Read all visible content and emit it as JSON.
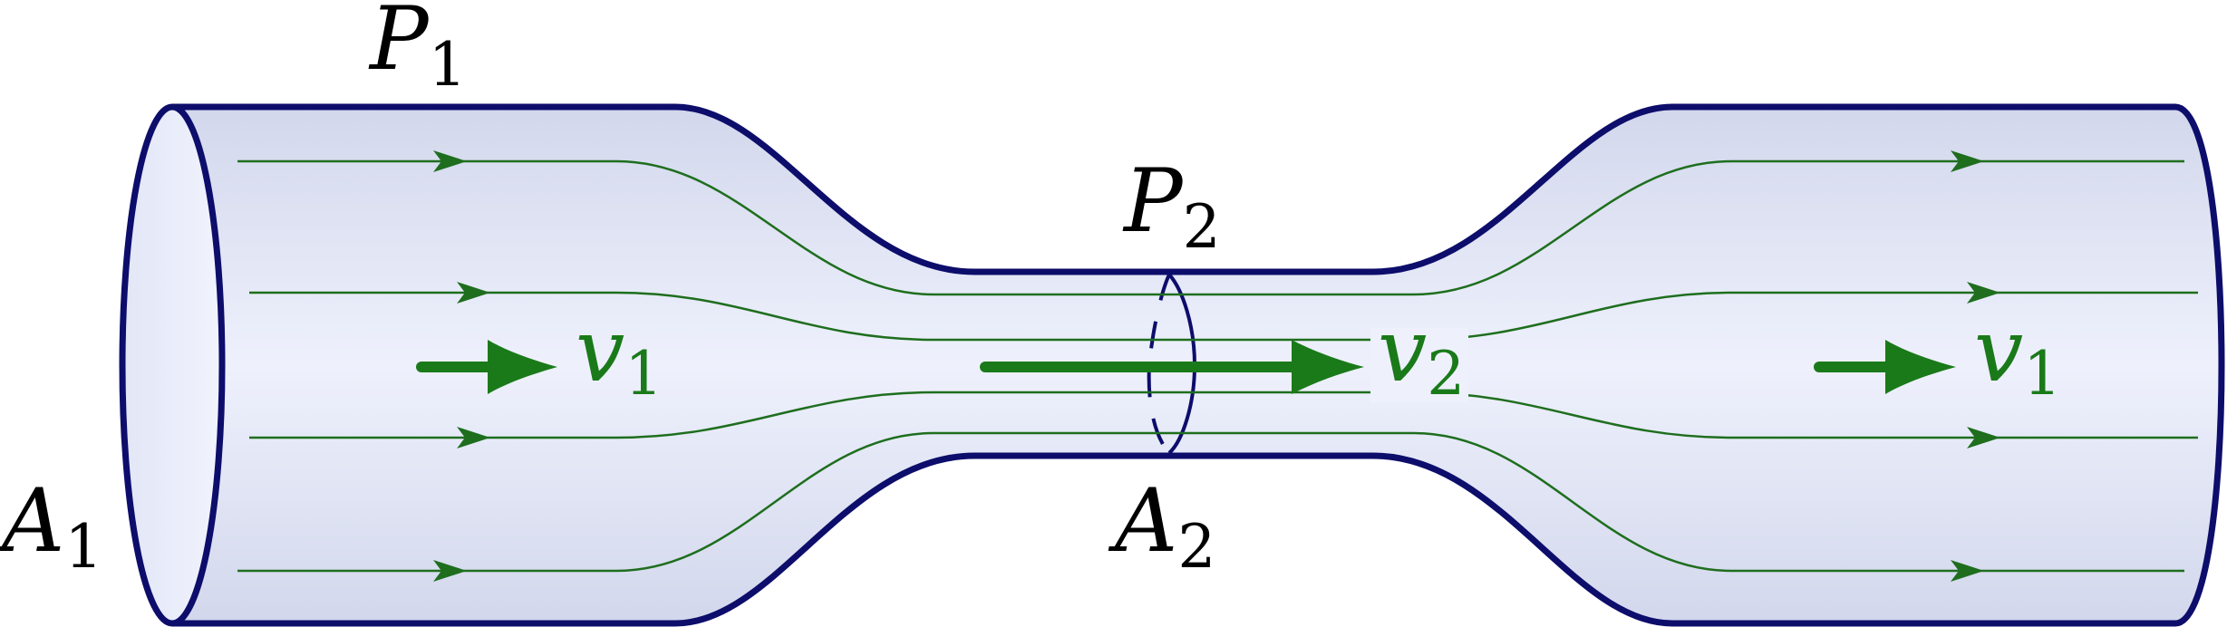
{
  "labels": {
    "p1": {
      "main": "P",
      "sub": "1"
    },
    "p2": {
      "main": "P",
      "sub": "2"
    },
    "a1": {
      "main": "A",
      "sub": "1"
    },
    "a2": {
      "main": "A",
      "sub": "2"
    },
    "v1_left": {
      "main": "v",
      "sub": "1"
    },
    "v2": {
      "main": "v",
      "sub": "2"
    },
    "v1_right": {
      "main": "v",
      "sub": "1"
    }
  },
  "colors": {
    "tube_outline": "#0d0d6b",
    "tube_fill_light": "#eef1fc",
    "tube_fill_dark": "#d4d9ee",
    "streamline": "#1e6e1e",
    "velocity_arrow": "#1a7a1a",
    "label_text": "#000000",
    "velocity_text": "#1a7a1a"
  }
}
